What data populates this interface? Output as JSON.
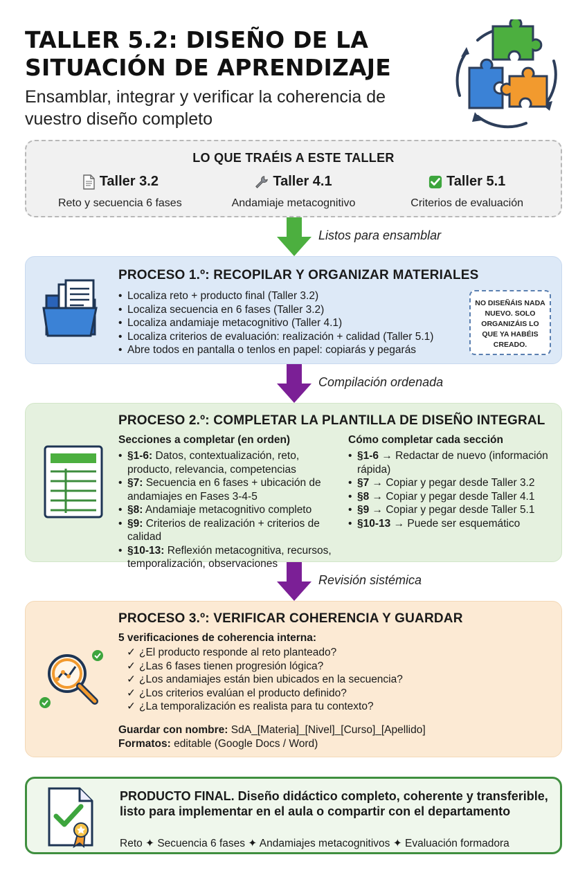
{
  "header": {
    "title": "TALLER 5.2: DISEÑO DE LA SITUACIÓN DE APRENDIZAJE",
    "subtitle": "Ensamblar, integrar y verificar la coherencia de vuestro diseño completo"
  },
  "bring": {
    "title": "LO QUE TRAÉIS A ESTE TALLER",
    "items": [
      {
        "name": "Taller 3.2",
        "desc": "Reto y secuencia 6 fases",
        "icon": "document-icon"
      },
      {
        "name": "Taller 4.1",
        "desc": "Andamiaje metacognitivo",
        "icon": "wrench-icon"
      },
      {
        "name": "Taller 5.1",
        "desc": "Criterios de evaluación",
        "icon": "checkbox-icon"
      }
    ]
  },
  "arrows": [
    "Listos para ensamblar",
    "Compilación ordenada",
    "Revisión sistémica"
  ],
  "colors": {
    "arrow_green": "#4caf3f",
    "arrow_purple": "#7b1f96",
    "final_border": "#3f8f3f"
  },
  "p1": {
    "title": "PROCESO 1.º: RECOPILAR Y ORGANIZAR MATERIALES",
    "items": [
      "Localiza reto + producto final (Taller 3.2)",
      "Localiza secuencia en 6 fases (Taller 3.2)",
      "Localiza andamiaje metacognitivo (Taller 4.1)",
      "Localiza criterios de evaluación: realización + calidad (Taller 5.1)",
      "Abre todos en pantalla o tenlos en papel: copiarás y pegarás"
    ],
    "note": "NO DISEÑÁIS NADA NUEVO. SOLO ORGANIZÁIS LO QUE YA HABÉIS CREADO."
  },
  "p2": {
    "title": "PROCESO 2.º: COMPLETAR LA PLANTILLA DE DISEÑO INTEGRAL",
    "left_head": "Secciones a completar (en orden)",
    "left": [
      {
        "k": "§1-6:",
        "t": " Datos, contextualización, reto, producto, relevancia, competencias"
      },
      {
        "k": "§7:",
        "t": " Secuencia en 6 fases + ubicación de andamiajes en Fases 3-4-5"
      },
      {
        "k": "§8:",
        "t": " Andamiaje metacognitivo completo"
      },
      {
        "k": "§9:",
        "t": " Criterios de realización + criterios de calidad"
      },
      {
        "k": "§10-13:",
        "t": " Reflexión metacognitiva, recursos, temporalización, observaciones"
      }
    ],
    "right_head": "Cómo completar cada sección",
    "right": [
      {
        "k": "§1-6",
        "t": " → Redactar de nuevo (información rápida)"
      },
      {
        "k": "§7",
        "t": " → Copiar y pegar desde Taller 3.2"
      },
      {
        "k": "§8",
        "t": " → Copiar y pegar desde Taller 4.1"
      },
      {
        "k": "§9",
        "t": " → Copiar y pegar desde Taller 5.1"
      },
      {
        "k": "§10-13",
        "t": " → Puede ser esquemático"
      }
    ]
  },
  "p3": {
    "title": "PROCESO 3.º: VERIFICAR COHERENCIA Y GUARDAR",
    "checks_head": "5 verificaciones de coherencia interna:",
    "checks": [
      "¿El producto responde al reto planteado?",
      "¿Las 6 fases tienen progresión lógica?",
      "¿Los andamiajes están bien ubicados en la secuencia?",
      "¿Los criterios evalúan el producto definido?",
      "¿La temporalización es realista para tu contexto?"
    ],
    "save_label": "Guardar con nombre:",
    "save_value": " SdA_[Materia]_[Nivel]_[Curso]_[Apellido]",
    "format_label": "Formatos:",
    "format_value": " editable (Google Docs / Word)"
  },
  "final": {
    "text": "PRODUCTO FINAL. Diseño didáctico completo, coherente y transferible, listo para implementar en el aula o compartir con el departamento",
    "sub": "Reto ✦ Secuencia 6 fases ✦ Andamiajes metacognitivos ✦ Evaluación formadora"
  }
}
